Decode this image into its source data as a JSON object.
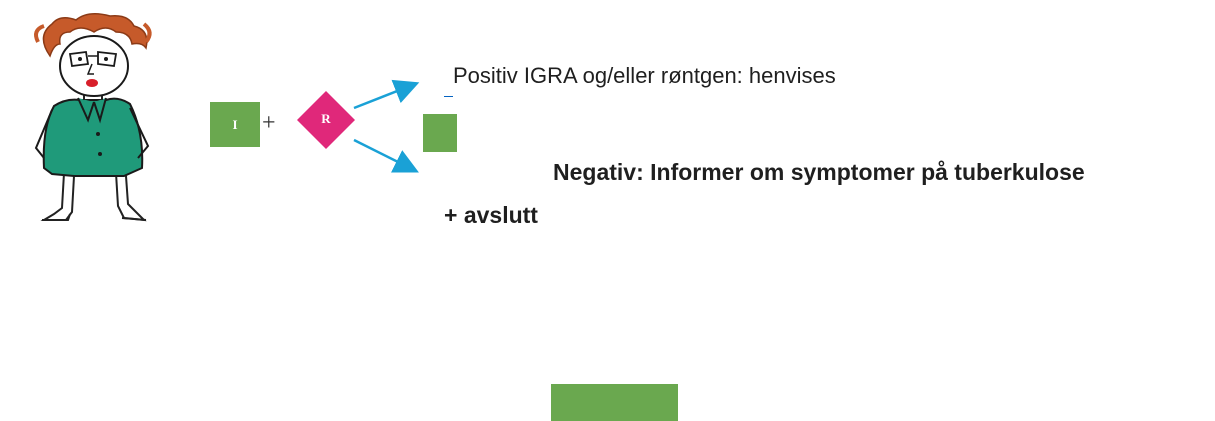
{
  "diagram": {
    "igra_label": "I",
    "plus": "+",
    "rontgen_label": "R",
    "positive_outcome": "Positiv IGRA og/eller røntgen: henvises",
    "negative_outcome": "Negativ: Informer om symptomer på tuberkulose",
    "negative_outcome_cont": "+ avslutt"
  },
  "colors": {
    "green": "#6aa84f",
    "magenta": "#e0287a",
    "arrow": "#1aa1d6",
    "text": "#1f1f1f"
  },
  "icons": {
    "illustration": "cartoon-woman-illustration",
    "arrows": "branch-arrows"
  }
}
